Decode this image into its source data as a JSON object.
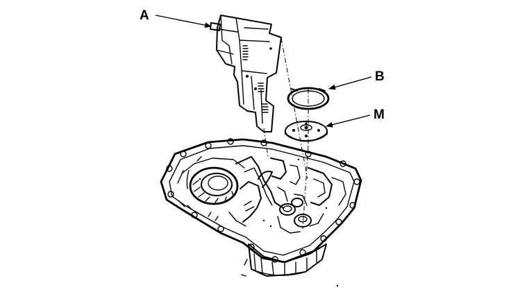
{
  "diagram": {
    "callouts": [
      {
        "id": "a",
        "label": "A"
      },
      {
        "id": "b",
        "label": "B"
      },
      {
        "id": "m",
        "label": "M"
      }
    ]
  }
}
